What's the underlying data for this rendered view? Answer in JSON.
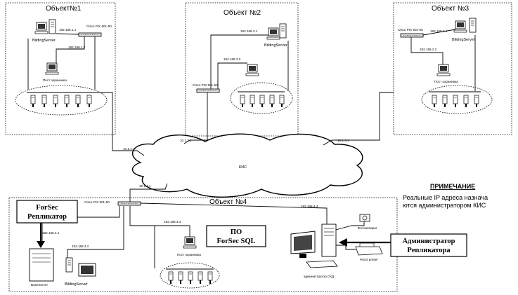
{
  "objects": {
    "o1": {
      "title": "Объект№1",
      "server": "BildingServer",
      "ip_server": "192.168.1.1",
      "router": "Cisco PIX 501-50",
      "ip_pc": "192.168.1.2",
      "pc": "Пост охранника"
    },
    "o2": {
      "title": "Объект №2",
      "server": "BildingServer",
      "ip_server": "192.168.3.1",
      "router": "Cisco PIX 501-50",
      "ip_pc": "192.168.3.2",
      "pc": ""
    },
    "o3": {
      "title": "Объект №3",
      "server": "BildingServer",
      "ip_server": "192.168.2.1",
      "router": "Cisco PIX 501-50",
      "ip_pc": "192.168.2.2",
      "pc": "Пост охранника"
    },
    "o4": {
      "title": "Объект №4",
      "router": "Cisco PIX 501-50",
      "ip_base": "192.168.4.1",
      "ip_bilding": "192.168.4.2",
      "ip_pc": "192.168.4.3",
      "ip_admin": "192.168.4.4",
      "base_server": "BaseServer",
      "bilding_server": "BildingServer",
      "pc": "Пост охранника",
      "camera": "Фотоаппарат",
      "printer": "Pricol printer",
      "admin_label": "администратор СКД"
    }
  },
  "wan": {
    "cloud": "КИС",
    "ip1": "10.1.1.1",
    "ip2": "10.1.2.1",
    "ip3": "10.1.3.1",
    "ip4": "10.1.4.1"
  },
  "note": {
    "title": "ПРИМЕЧАНИЕ",
    "line1": "Реальные IP адреса назнача",
    "line2": "ются администратором КИС"
  },
  "callouts": {
    "forsec_line1": "ForSec",
    "forsec_line2": "Репликатор",
    "sql_line1": "ПО",
    "sql_line2": "ForSec SQL",
    "admin_line1": "Администратор",
    "admin_line2": "Репликатора"
  }
}
